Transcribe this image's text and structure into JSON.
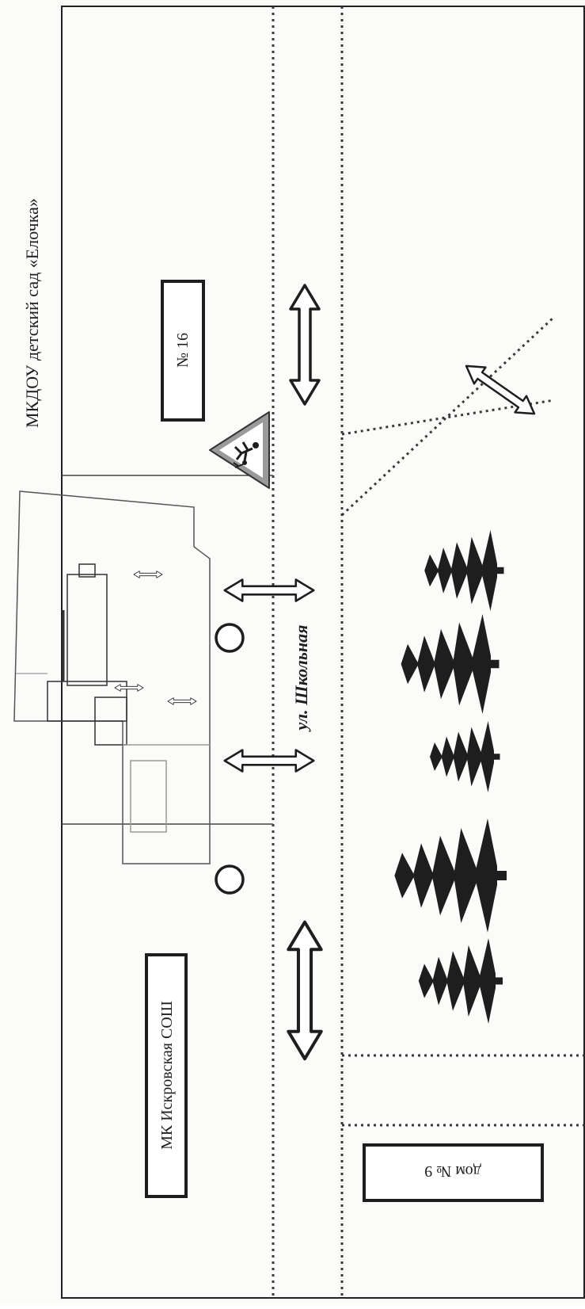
{
  "title": "МКДОУ детский сад «Елочка»",
  "labels": {
    "house_16": "№ 16",
    "school": "МК Искровская СОШ",
    "street": "ул. Школьная",
    "house_9": "дом № 9"
  },
  "icons": {
    "crossing_sign": "pedestrian-crossing-sign",
    "arrow": "double-arrow",
    "tree": "fir-tree",
    "stop": "stop-circle"
  },
  "colors": {
    "ink": "#1e1e1e",
    "road_dots": "#3a3a3a",
    "paper": "#fbfbf9"
  }
}
